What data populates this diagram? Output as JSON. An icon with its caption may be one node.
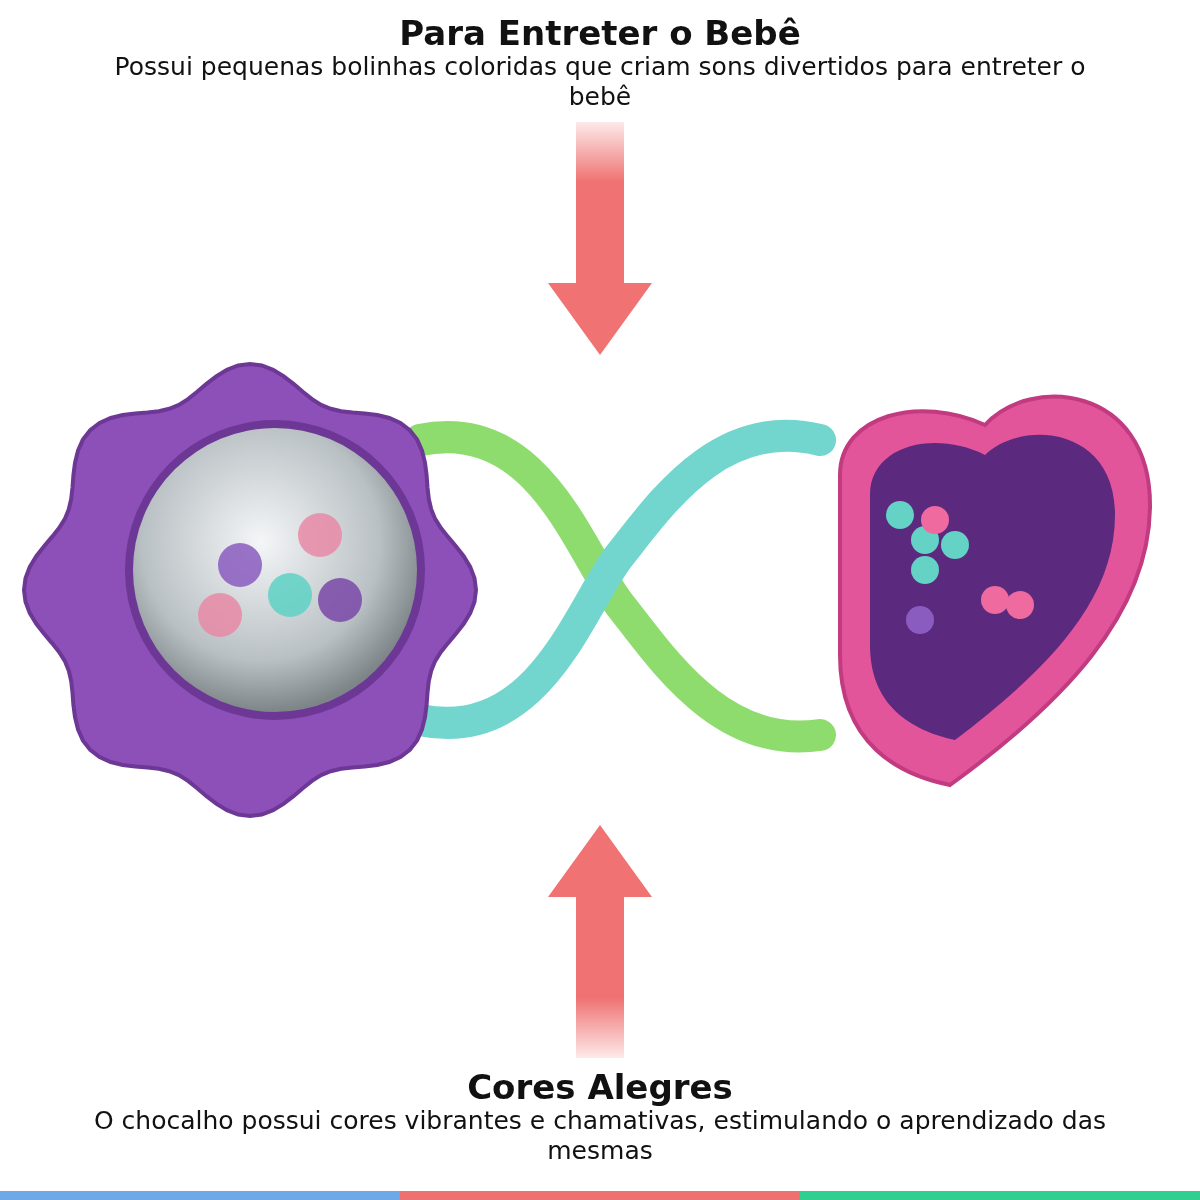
{
  "diagram": {
    "nodes": [
      {
        "text": [
          "Para Entreter o Bebê",
          "Possui pequenas bolinhas coloridas que criam sons divertidos para entreter o bebê"
        ]
      },
      {
        "text": [],
        "shape": "picture"
      },
      {
        "text": [
          "Cores Alegres",
          "O chocalho possui cores vibrantes e chamativas, estimulando o aprendizado das mesmas"
        ]
      }
    ],
    "edges": [
      {
        "from": 0,
        "to": 1,
        "arrow": "to"
      },
      {
        "from": 2,
        "to": 1,
        "arrow": "to"
      }
    ]
  }
}
